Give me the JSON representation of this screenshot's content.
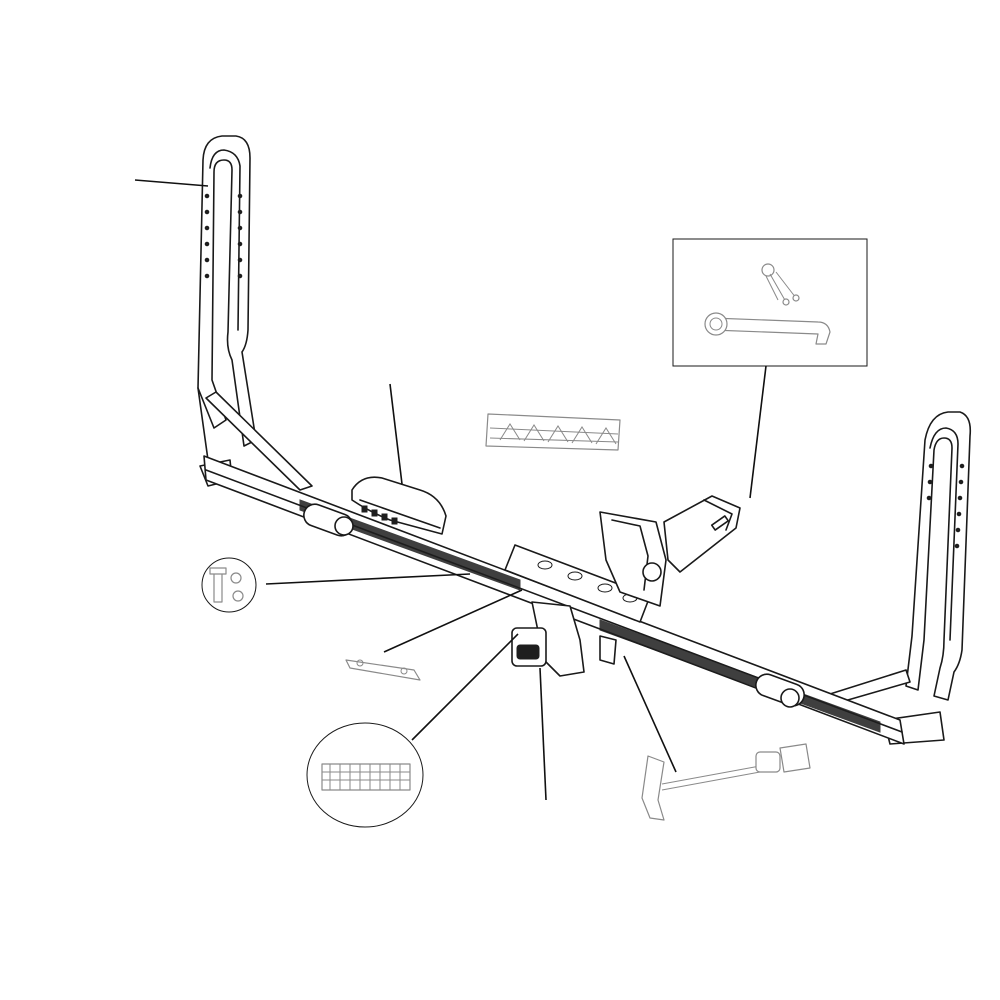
{
  "colors": {
    "line": "#1a1a1a",
    "accessory_grey": "#8a8a8a",
    "background": "#ffffff"
  },
  "components": [
    {
      "name": "bike-rack-upright-left",
      "icon": "upright-arm"
    },
    {
      "name": "bike-rack-upright-right",
      "icon": "upright-arm"
    },
    {
      "name": "main-crossbar",
      "icon": "crossbar"
    },
    {
      "name": "hitch-receiver-mount",
      "icon": "receiver"
    },
    {
      "name": "center-tilt-knob",
      "icon": "knob"
    },
    {
      "name": "cradle-strip",
      "icon": "strip"
    },
    {
      "name": "hitch-lock-and-keys",
      "icon": "lock-keys"
    },
    {
      "name": "bolt-nut-washer-hardware",
      "icon": "hardware"
    },
    {
      "name": "spacer-plate",
      "icon": "plate"
    },
    {
      "name": "bearing-strip-detail",
      "icon": "detail-circle"
    },
    {
      "name": "hitch-pin",
      "icon": "pin"
    }
  ]
}
